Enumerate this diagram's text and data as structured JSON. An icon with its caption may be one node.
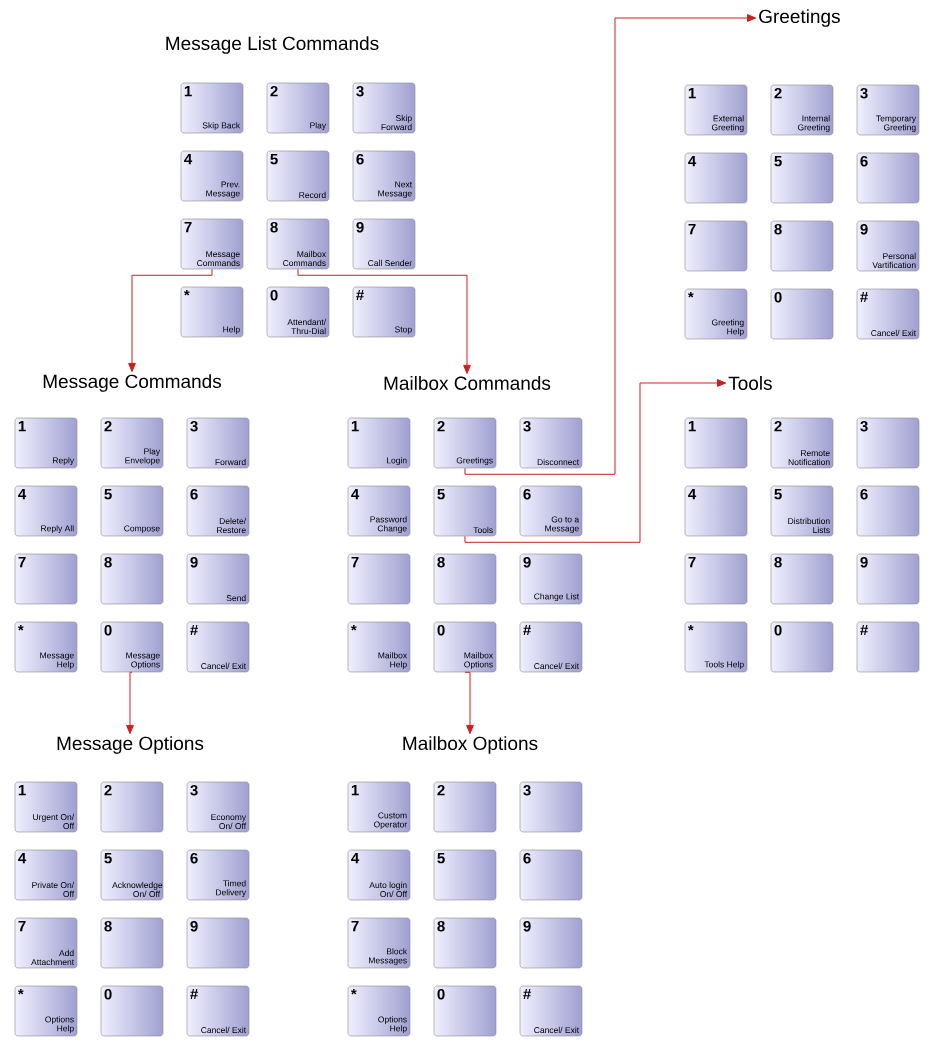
{
  "diagram": {
    "nodes": [
      {
        "text": [
          "Message List Commands"
        ]
      },
      {
        "text": [
          "1",
          "Skip Back"
        ]
      },
      {
        "text": [
          "2",
          "Play"
        ]
      },
      {
        "text": [
          "3",
          "Skip Forward"
        ]
      },
      {
        "text": [
          "4",
          "Prev. Message"
        ]
      },
      {
        "text": [
          "5",
          "Record"
        ]
      },
      {
        "text": [
          "6",
          "Next Message"
        ]
      },
      {
        "text": [
          "7",
          "Message Commands"
        ]
      },
      {
        "text": [
          "8",
          "Mailbox Commands"
        ]
      },
      {
        "text": [
          "9",
          "Call Sender"
        ]
      },
      {
        "text": [
          "*",
          "Help"
        ]
      },
      {
        "text": [
          "0",
          "Attendant/ Thru-Dial"
        ]
      },
      {
        "text": [
          "#",
          "Stop"
        ]
      },
      {
        "text": [
          "Greetings"
        ]
      },
      {
        "text": [
          "1",
          "External Greeting"
        ]
      },
      {
        "text": [
          "2",
          "Internal Greeting"
        ]
      },
      {
        "text": [
          "3",
          "Temporary Greeting"
        ]
      },
      {
        "text": [
          "4"
        ]
      },
      {
        "text": [
          "5"
        ]
      },
      {
        "text": [
          "6"
        ]
      },
      {
        "text": [
          "7"
        ]
      },
      {
        "text": [
          "8"
        ]
      },
      {
        "text": [
          "9",
          "Personal Vartification"
        ]
      },
      {
        "text": [
          "*",
          "Greeting Help"
        ]
      },
      {
        "text": [
          "0"
        ]
      },
      {
        "text": [
          "#",
          "Cancel/ Exit"
        ]
      },
      {
        "text": [
          "Message Commands"
        ]
      },
      {
        "text": [
          "1",
          "Reply"
        ]
      },
      {
        "text": [
          "2",
          "Play Envelope"
        ]
      },
      {
        "text": [
          "3",
          "Forward"
        ]
      },
      {
        "text": [
          "4",
          "Reply All"
        ]
      },
      {
        "text": [
          "5",
          "Compose"
        ]
      },
      {
        "text": [
          "6",
          "Delete/ Restore"
        ]
      },
      {
        "text": [
          "7"
        ]
      },
      {
        "text": [
          "8"
        ]
      },
      {
        "text": [
          "9",
          "Send"
        ]
      },
      {
        "text": [
          "*",
          "Message Help"
        ]
      },
      {
        "text": [
          "0",
          "Message Options"
        ]
      },
      {
        "text": [
          "#",
          "Cancel/ Exit"
        ]
      },
      {
        "text": [
          "Mailbox Commands"
        ]
      },
      {
        "text": [
          "1",
          "Login"
        ]
      },
      {
        "text": [
          "2",
          "Greetings"
        ]
      },
      {
        "text": [
          "3",
          "Disconnect"
        ]
      },
      {
        "text": [
          "4",
          "Password Change"
        ]
      },
      {
        "text": [
          "5",
          "Tools"
        ]
      },
      {
        "text": [
          "6",
          "Go to a Message"
        ]
      },
      {
        "text": [
          "7"
        ]
      },
      {
        "text": [
          "8"
        ]
      },
      {
        "text": [
          "9",
          "Change List"
        ]
      },
      {
        "text": [
          "*",
          "Mailbox Help"
        ]
      },
      {
        "text": [
          "0",
          "Mailbox Options"
        ]
      },
      {
        "text": [
          "#",
          "Cancel/ Exit"
        ]
      },
      {
        "text": [
          "Tools"
        ]
      },
      {
        "text": [
          "1"
        ]
      },
      {
        "text": [
          "2",
          "Remote Notification"
        ]
      },
      {
        "text": [
          "3"
        ]
      },
      {
        "text": [
          "4"
        ]
      },
      {
        "text": [
          "5",
          "Distribution Lists"
        ]
      },
      {
        "text": [
          "6"
        ]
      },
      {
        "text": [
          "7"
        ]
      },
      {
        "text": [
          "8"
        ]
      },
      {
        "text": [
          "9"
        ]
      },
      {
        "text": [
          "*",
          "Tools Help"
        ]
      },
      {
        "text": [
          "0"
        ]
      },
      {
        "text": [
          "#"
        ]
      },
      {
        "text": [
          "Message Options"
        ]
      },
      {
        "text": [
          "1",
          "Urgent On/ Off"
        ]
      },
      {
        "text": [
          "2"
        ]
      },
      {
        "text": [
          "3",
          "Economy On/ Off"
        ]
      },
      {
        "text": [
          "4",
          "Private On/ Off"
        ]
      },
      {
        "text": [
          "5",
          "Acknowledge On/ Off"
        ]
      },
      {
        "text": [
          "6",
          "Timed Delivery"
        ]
      },
      {
        "text": [
          "7",
          "Add Attachment"
        ]
      },
      {
        "text": [
          "8"
        ]
      },
      {
        "text": [
          "9"
        ]
      },
      {
        "text": [
          "*",
          "Options Help"
        ]
      },
      {
        "text": [
          "0"
        ]
      },
      {
        "text": [
          "#",
          "Cancel/ Exit"
        ]
      },
      {
        "text": [
          "Mailbox Options"
        ]
      },
      {
        "text": [
          "1",
          "Custom Operator"
        ]
      },
      {
        "text": [
          "2"
        ]
      },
      {
        "text": [
          "3"
        ]
      },
      {
        "text": [
          "4",
          "Auto login On/ Off"
        ]
      },
      {
        "text": [
          "5"
        ]
      },
      {
        "text": [
          "6"
        ]
      },
      {
        "text": [
          "7",
          "Block Messages"
        ]
      },
      {
        "text": [
          "8"
        ]
      },
      {
        "text": [
          "9"
        ]
      },
      {
        "text": [
          "*",
          "Options Help"
        ]
      },
      {
        "text": [
          "0"
        ]
      },
      {
        "text": [
          "#",
          "Cancel/ Exit"
        ]
      }
    ],
    "edges": [
      {
        "from": 7,
        "to": 26,
        "arrow": "to",
        "color": "#cc1f1f"
      },
      {
        "from": 8,
        "to": 39,
        "arrow": "to",
        "color": "#cc1f1f"
      },
      {
        "from": 37,
        "to": 65,
        "arrow": "to",
        "color": "#cc1f1f"
      },
      {
        "from": 50,
        "to": 78,
        "arrow": "to",
        "color": "#cc1f1f"
      },
      {
        "from": 41,
        "to": 13,
        "arrow": "to",
        "color": "#cc1f1f"
      },
      {
        "from": 44,
        "to": 52,
        "arrow": "to",
        "color": "#cc1f1f"
      }
    ]
  }
}
